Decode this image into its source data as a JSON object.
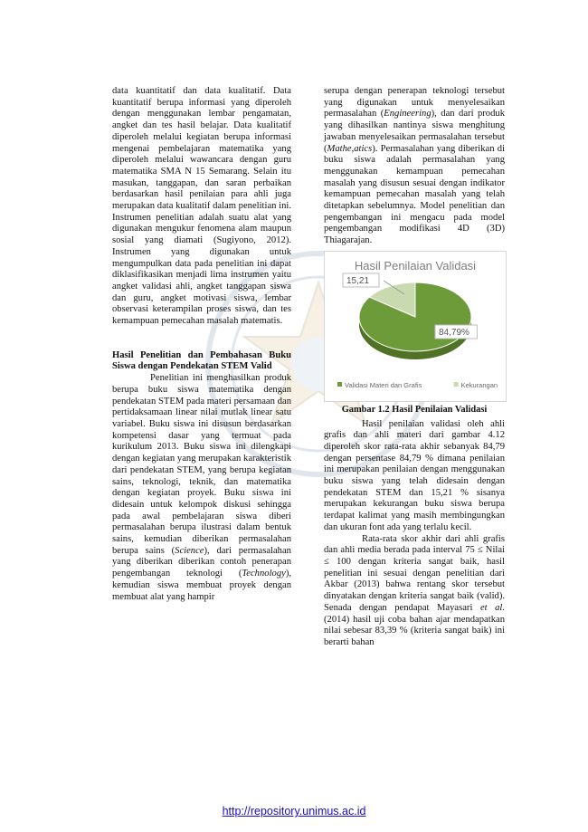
{
  "left_column": {
    "para1": "data kuantitatif dan data kualitatif. Data kuantitatif berupa informasi yang diperoleh dengan menggunakan lembar pengamatan, angket dan tes hasil belajar. Data kualitatif diperoleh melalui kegiatan berupa informasi mengenai pembelajaran matematika yang diperoleh melalui wawancara dengan guru matematika SMA N 15 Semarang. Selain itu masukan, tanggapan, dan saran perbaikan berdasarkan hasil penilaian para ahli juga merupakan data kualitatif dalam penelitian ini. Instrumen penelitian adalah suatu alat yang digunakan mengukur fenomena alam maupun sosial yang diamati (Sugiyono, 2012). Instrumen yang digunakan untuk mengumpulkan data pada penelitian ini dapat diklasifikasikan menjadi lima instrumen yaitu angket validasi ahli, angket tanggapan siswa dan guru, angket motivasi siswa, lembar observasi keterampilan proses siswa, dan tes kemampuan pemecahan masalah matematis.",
    "heading": "Hasil Penelitian dan Pembahasan Buku Siswa dengan Pendekatan STEM Valid",
    "para2_a": "Penelitian ini menghasilkan produk berupa buku siswa matematika dengan pendekatan STEM pada materi persamaan dan pertidaksamaan linear nilai mutlak linear satu variabel. Buku siswa ini disusun berdasarkan kompetensi dasar yang termuat pada kurikulum 2013. Buku siswa ini dilengkapi dengan kegiatan yang merupakan karakteristik dari pendekatan STEM, yang berupa kegiatan sains, teknologi, teknik, dan matematika dengan kegiatan proyek. Buku siswa ini didesain untuk kelompok diskusi sehingga pada awal pembelajaran siswa diberi permasalahan berupa ilustrasi dalam bentuk sains, kemudian diberikan permasalahan berupa sains (",
    "para2_science": "Science",
    "para2_b": "), dari permasalahan yang diberikan diberikan contoh penerapan pengembangan teknologi (",
    "para2_technology": "Technology",
    "para2_c": "), kemudian siswa membuat proyek dengan membuat alat yang hampir"
  },
  "right_column": {
    "para1_a": "serupa dengan penerapan teknologi tersebut yang digunakan untuk menyelesaikan permasalahan (",
    "para1_engineering": "Engineering",
    "para1_b": "), dan dari produk yang dihasilkan nantinya siswa menghitung jawaban menyelesaikan permasalahan tersebut (",
    "para1_math": "Mathe,atics",
    "para1_c": "). Permasalahan yang diberikan di buku siswa adalah permasalahan yang menggunakan kemampuan pemecahan masalah yang disusun sesuai dengan indikator kemampuan pemecahan masalah yang telah ditetapkan sebelumnya. Model penelitian dan pengembangan ini mengacu pada model pengembangan modifikasi 4D (3D) Thiagarajan.",
    "caption": "Gambar 1.2 Hasil Penilaian Validasi",
    "para2": "Hasil penilaian validasi oleh ahli grafis dan ahli materi dari gambar 4.12 diperoleh skor rata-rata akhir sebanyak 84,79 dengan persentase 84,79 % dimana penilaian ini merupakan penilaian dengan menggunakan buku siswa yang telah didesain dengan pendekatan STEM dan 15,21 % sisanya merupakan kekurangan buku siswa berupa terdapat kalimat yang masih membingungkan dan ukuran font ada yang terlalu kecil.",
    "para3_a": "Rata-rata skor akhir dari ahli grafis dan ahli media berada pada interval 75 ≤ Nilai ≤ 100 dengan kriteria sangat baik, hasil penelitian ini sesuai dengan penelitian dari Akbar (2013) bahwa rentang skor tersebut dinyatakan dengan kriteria sangat baik (valid). Senada dengan pendapat Mayasari ",
    "para3_etal": "et al.",
    "para3_b": " (2014) hasil uji coba bahan ajar mendapatkan nilai sebesar 83,39 % (kriteria sangat baik) ini berarti bahan"
  },
  "chart_data": {
    "type": "pie",
    "title": "Hasil Penilaian Validasi",
    "categories": [
      "Validasi Materi dan Grafis",
      "Kekurangan"
    ],
    "values": [
      84.79,
      15.21
    ],
    "labels": [
      "84,79%",
      "15,21"
    ],
    "colors": [
      "#6e9b3a",
      "#c9d9b0"
    ],
    "legend": "bottom"
  },
  "footer": {
    "link": "http://repository.unimus.ac.id"
  }
}
